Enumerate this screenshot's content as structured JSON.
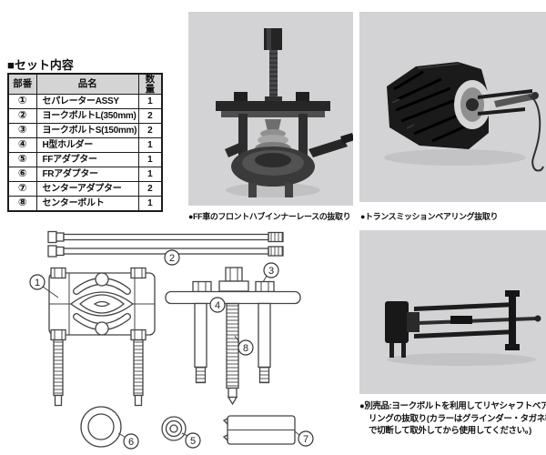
{
  "set_contents": {
    "title": "■セット内容",
    "table": {
      "headers": {
        "part_no": "部番",
        "part_name": "品名",
        "qty": "数量"
      },
      "rows": [
        {
          "no": "①",
          "name": "セパレーターASSY",
          "qty": "1"
        },
        {
          "no": "②",
          "name": "ヨークボルトL(350mm)",
          "qty": "2"
        },
        {
          "no": "③",
          "name": "ヨークボルトS(150mm)",
          "qty": "2"
        },
        {
          "no": "④",
          "name": "H型ホルダー",
          "qty": "1"
        },
        {
          "no": "⑤",
          "name": "FFアダプター",
          "qty": "1"
        },
        {
          "no": "⑥",
          "name": "FRアダプター",
          "qty": "1"
        },
        {
          "no": "⑦",
          "name": "センターアダプター",
          "qty": "2"
        },
        {
          "no": "⑧",
          "name": "センターボルト",
          "qty": "1"
        }
      ]
    }
  },
  "captions": {
    "front_hub": "●FF車のフロントハブインナーレースの抜取り",
    "transmission": "●トランスミッションベアリング抜取り",
    "optional": "●別売品:ヨークボルトを利用してリヤシャフトベアリングの抜取り(カラーはグラインダー・タガネ等で切断して取外してから使用してください。)"
  },
  "diagram": {
    "callouts": [
      "1",
      "2",
      "3",
      "4",
      "5",
      "6",
      "7",
      "8"
    ]
  },
  "colors": {
    "photo_background": "#d3d3d5",
    "table_header_background": "#d4d4d4",
    "drawing_line": "#444444",
    "ink": "#111111"
  }
}
